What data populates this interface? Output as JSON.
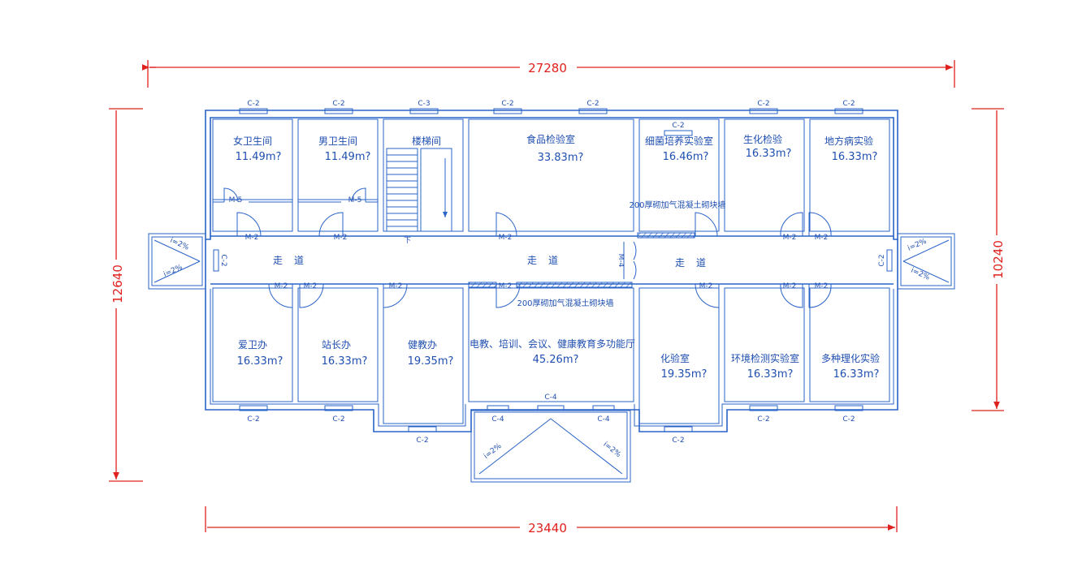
{
  "dimensions": {
    "overall_top": "27280",
    "overall_bottom": "23440",
    "overall_left": "12640",
    "overall_right": "10240"
  },
  "rooms_top": [
    {
      "name": "女卫生间",
      "area": "11.49m?"
    },
    {
      "name": "男卫生间",
      "area": "11.49m?"
    },
    {
      "name": "楼梯间",
      "area": ""
    },
    {
      "name": "食品检验室",
      "area": "33.83m?"
    },
    {
      "name": "细菌培养实验室",
      "area": "16.46m?"
    },
    {
      "name": "生化检验",
      "area": "16.33m?"
    },
    {
      "name": "地方病实验",
      "area": "16.33m?"
    }
  ],
  "rooms_bottom": [
    {
      "name": "爱卫办",
      "area": "16.33m?"
    },
    {
      "name": "站长办",
      "area": "16.33m?"
    },
    {
      "name": "健教办",
      "area": "19.35m?"
    },
    {
      "name": "电教、培训、会议、健康教育多功能厅",
      "area": "45.26m?"
    },
    {
      "name": "化验室",
      "area": "19.35m?"
    },
    {
      "name": "环境检测实验室",
      "area": "16.33m?"
    },
    {
      "name": "多种理化实验",
      "area": "16.33m?"
    }
  ],
  "corridor": {
    "label": "走道",
    "stair_down": "下"
  },
  "notes": {
    "partition_wall_1": "200厚砌加气混凝土砌块墙",
    "partition_wall_2": "200厚砌加气混凝土砌块墙"
  },
  "windows": {
    "c2": "C-2",
    "c3": "C-3",
    "c4": "C-4"
  },
  "doors": {
    "m2": "M-2",
    "m4": "M-4",
    "m5": "M-5"
  },
  "slopes": {
    "left_top": "i=2%",
    "left_bottom": "i=2%",
    "right_top": "i=2%",
    "right_bottom": "i=2%",
    "porch_left": "i=2%",
    "porch_right": "i=2%"
  },
  "colors": {
    "walls": "#2a63c7",
    "dimension": "#e0201c"
  }
}
